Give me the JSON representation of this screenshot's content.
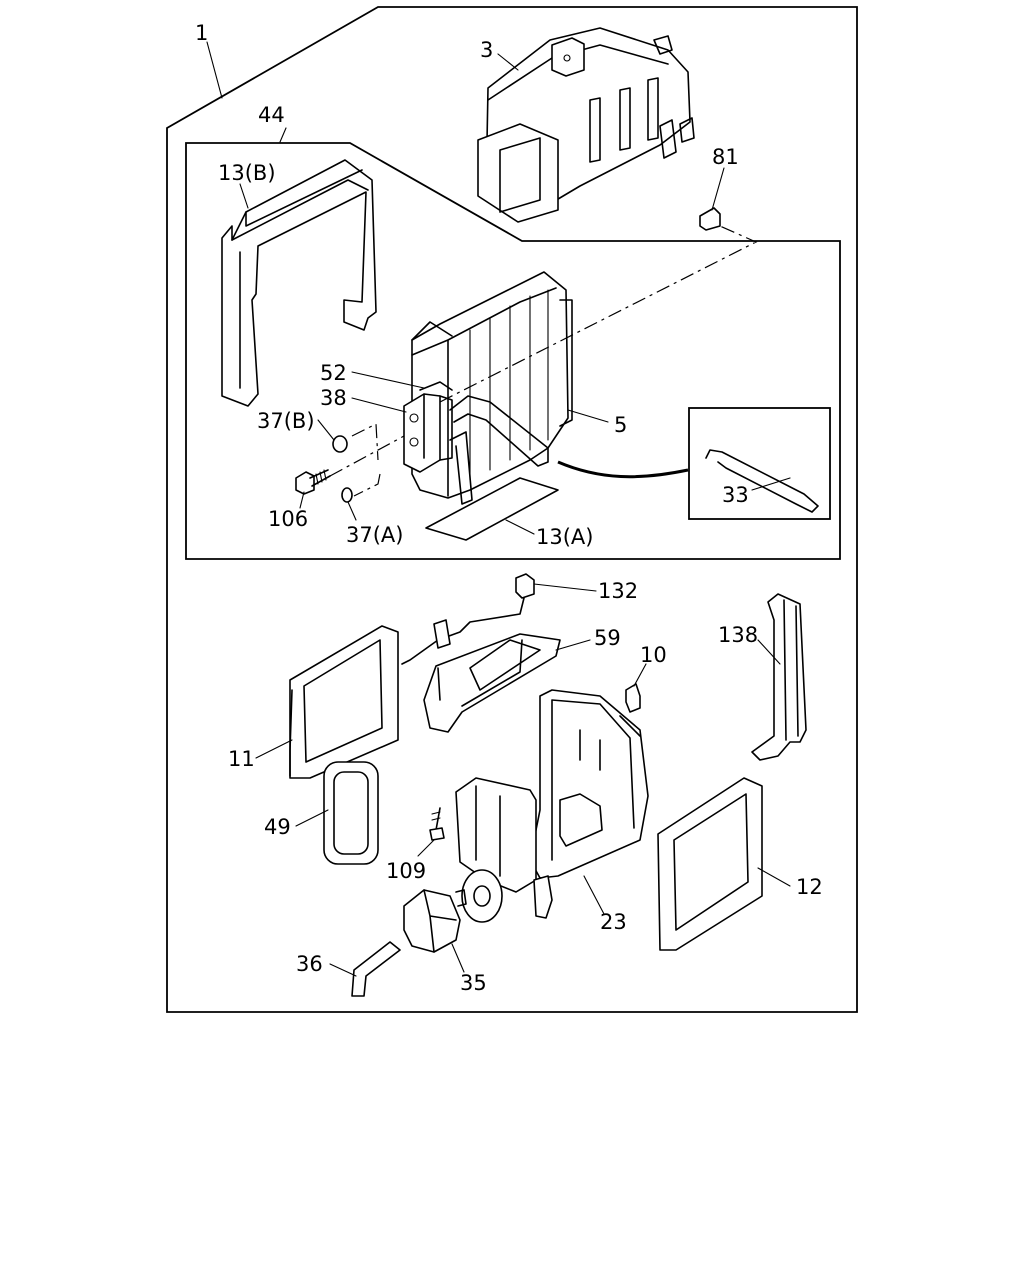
{
  "callouts": {
    "c1": "1",
    "c3": "3",
    "c44": "44",
    "c81": "81",
    "c13b": "13(B)",
    "c52": "52",
    "c38": "38",
    "c5": "5",
    "c37b": "37(B)",
    "c106": "106",
    "c37a": "37(A)",
    "c13a": "13(A)",
    "c33": "33",
    "c132": "132",
    "c59": "59",
    "c10": "10",
    "c138": "138",
    "c11": "11",
    "c49": "49",
    "c109": "109",
    "c12": "12",
    "c23": "23",
    "c36": "36",
    "c35": "35"
  }
}
